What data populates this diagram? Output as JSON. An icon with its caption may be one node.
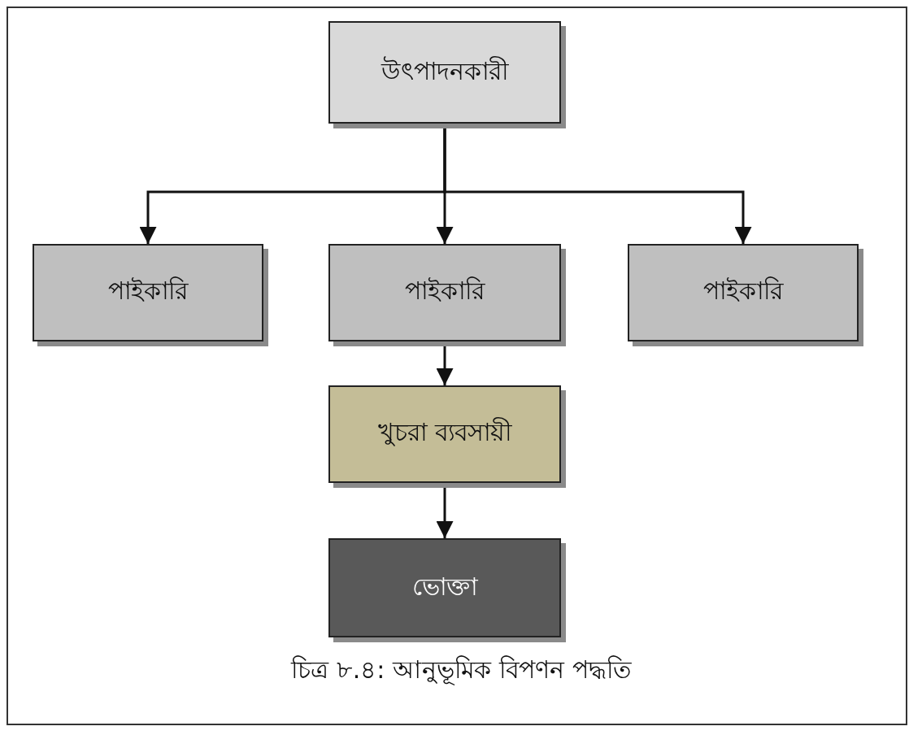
{
  "diagram": {
    "caption": "চিত্র ৮.৪: আনুভূমিক বিপণন পদ্ধতি",
    "nodes": [
      {
        "text": [
          "উৎপাদনকারী"
        ]
      },
      {
        "text": [
          "পাইকারি"
        ]
      },
      {
        "text": [
          "পাইকারি"
        ]
      },
      {
        "text": [
          "পাইকারি"
        ]
      },
      {
        "text": [
          "খুচরা ব্যবসায়ী"
        ]
      },
      {
        "text": [
          "ভোক্তা"
        ]
      }
    ],
    "edges": [
      {
        "from": 0,
        "to": 1,
        "arrow": "to"
      },
      {
        "from": 0,
        "to": 2,
        "arrow": "to"
      },
      {
        "from": 0,
        "to": 3,
        "arrow": "to"
      },
      {
        "from": 2,
        "to": 4,
        "arrow": "to"
      },
      {
        "from": 4,
        "to": 5,
        "arrow": "to"
      }
    ]
  }
}
